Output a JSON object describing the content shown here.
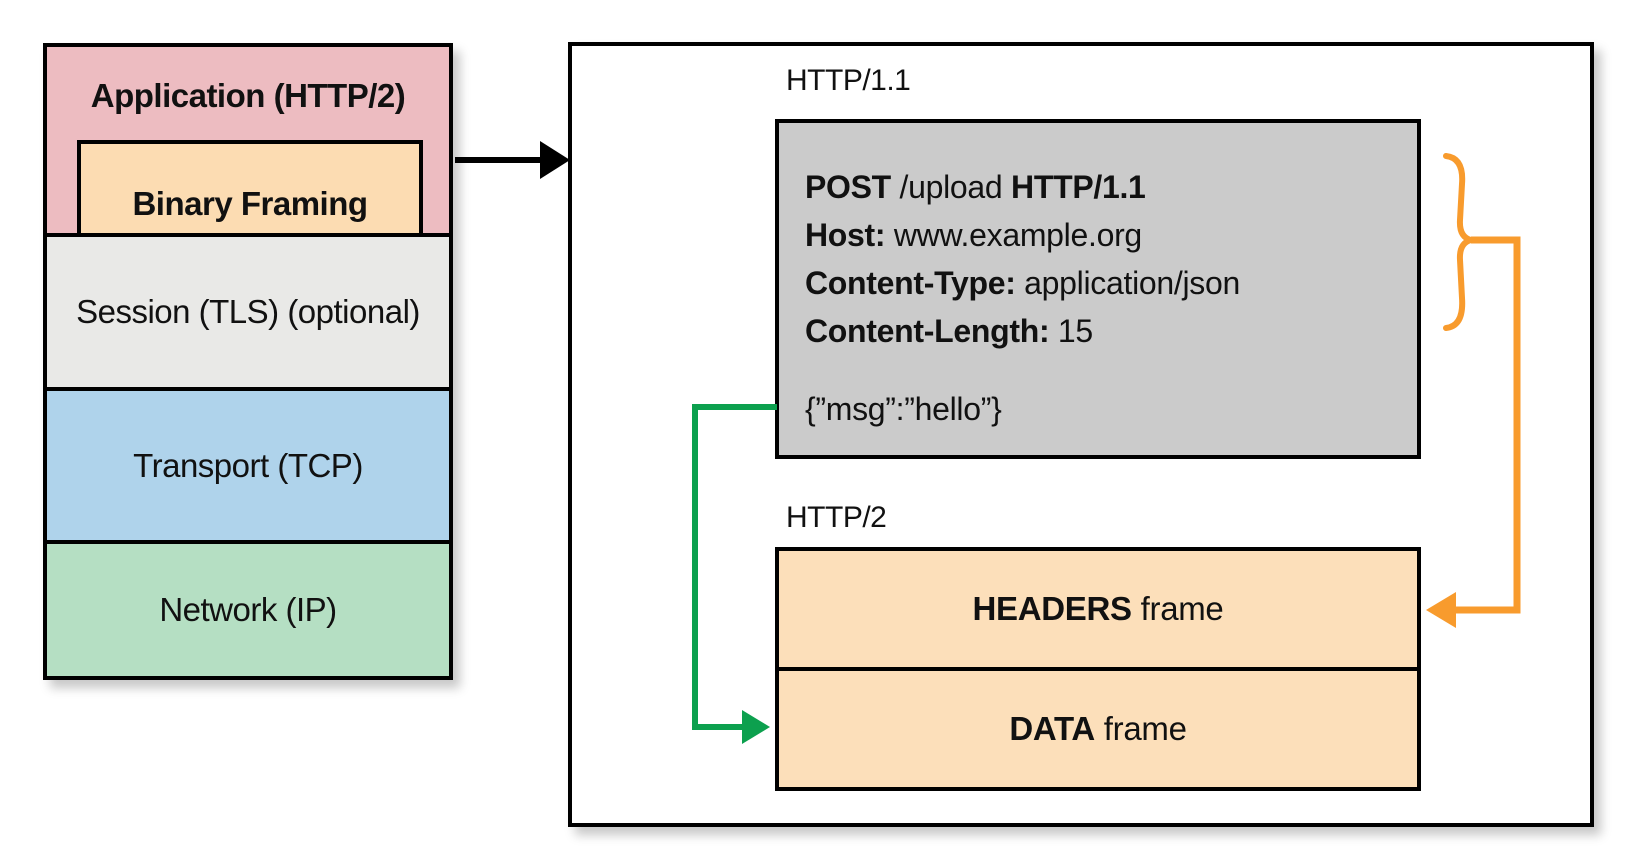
{
  "stack": {
    "application": {
      "label": "Application (HTTP/2)",
      "color": "#edbcc1"
    },
    "binary_framing": {
      "label": "Binary Framing",
      "color": "#fcdcb2"
    },
    "session": {
      "label": "Session (TLS) (optional)",
      "color": "#e9e9e7"
    },
    "transport": {
      "label": "Transport (TCP)",
      "color": "#afd3eb"
    },
    "network": {
      "label": "Network (IP)",
      "color": "#b5dfc3"
    }
  },
  "panel": {
    "http11_label": "HTTP/1.1",
    "request": {
      "box_color": "#cbcbcb",
      "request_line": {
        "method": "POST",
        "path": " /upload ",
        "version": "HTTP/1.1"
      },
      "headers": [
        {
          "name": "Host:",
          "value": " www.example.org"
        },
        {
          "name": "Content-Type:",
          "value": " application/json"
        },
        {
          "name": "Content-Length:",
          "value": " 15"
        }
      ],
      "body": "{”msg”:”hello”}"
    },
    "http2_label": "HTTP/2",
    "frames": [
      {
        "name": "HEADERS",
        "suffix": " frame",
        "color": "#fcdfba"
      },
      {
        "name": "DATA",
        "suffix": " frame",
        "color": "#fcdfba"
      }
    ]
  },
  "colors": {
    "arrow_black": "#000000",
    "arrow_green": "#0ca04e",
    "arrow_orange": "#f89b2d"
  }
}
